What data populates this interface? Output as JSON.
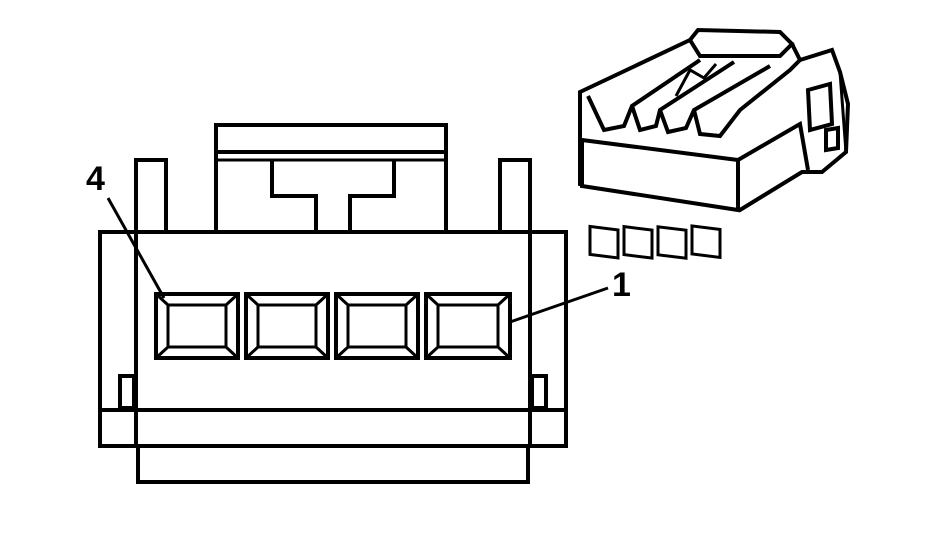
{
  "diagram": {
    "pin_labels": {
      "first": "1",
      "last": "4"
    },
    "pin_count": 4,
    "colors": {
      "line": "#000000",
      "background": "#ffffff"
    }
  }
}
